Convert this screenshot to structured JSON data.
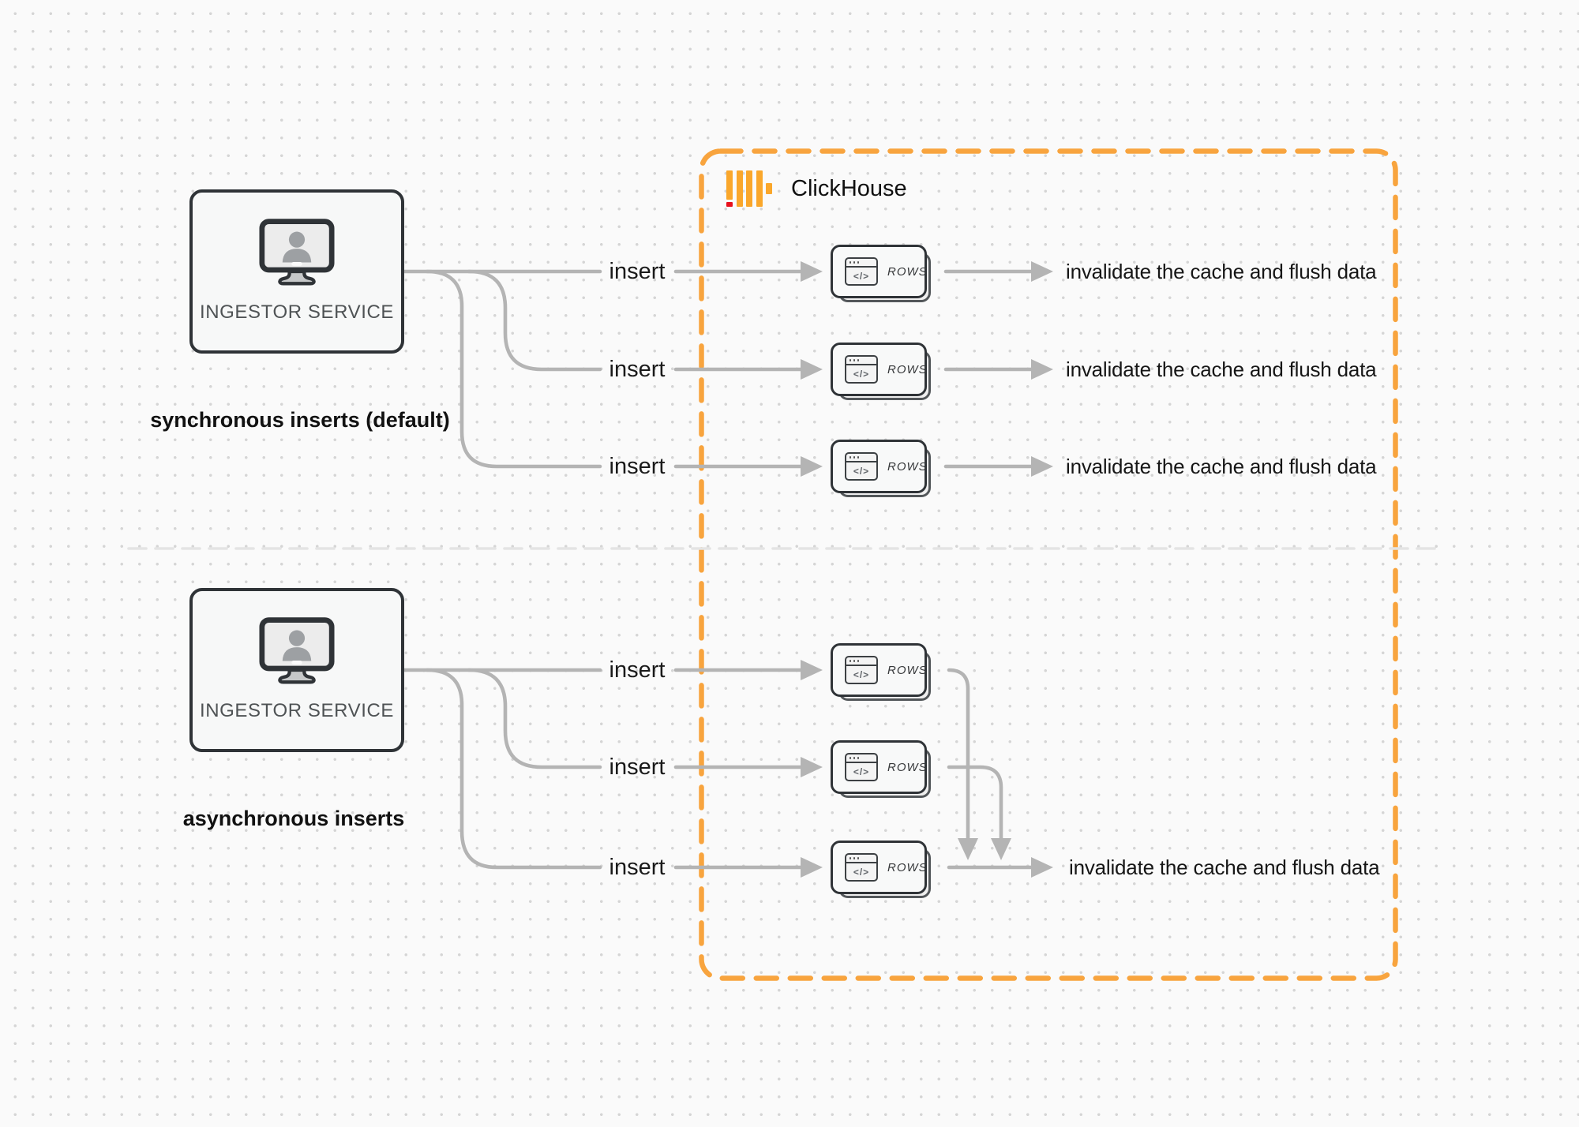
{
  "labels": {
    "ingestor": "INGESTOR SERVICE",
    "insert": "insert",
    "rows": "ROWS",
    "invalidate": "invalidate the cache and flush data",
    "sync_section": "synchronous inserts (default)",
    "async_section": "asynchronous inserts",
    "clickhouse": "ClickHouse",
    "code_glyph": "</>"
  },
  "colors": {
    "accent_orange": "#F8A43E",
    "logo_yellow": "#FAA72B",
    "logo_red": "#E8101C",
    "connector_gray": "#B4B4B4",
    "node_border": "#2F3337"
  }
}
